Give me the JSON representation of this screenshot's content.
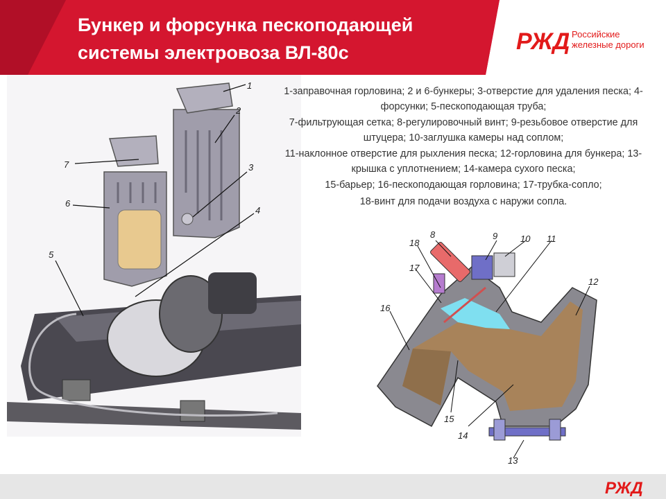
{
  "title": {
    "line1": "Бункер и форсунка пескоподающей",
    "line2": "системы электровоза ВЛ-80с"
  },
  "logo": {
    "line1": "Российские",
    "line2": "железные дороги"
  },
  "legend": [
    "1-заправочная горловина; 2 и 6-бункеры; 3-отверстие для удаления песка; 4-форсунки; 5-пескоподающая труба;",
    "7-фильтрующая сетка; 8-регулировочный винт; 9-резьбовое отверстие для штуцера; 10-заглушка камеры над соплом;",
    "11-наклонное отверстие для рыхления песка; 12-горловина для бункера; 13-крышка с уплотнением; 14-камера сухого песка;",
    "15-барьер; 16-пескоподающая горловина; 17-трубка-сопло;",
    "18-винт для подачи воздуха с наружи сопла."
  ],
  "callouts_left": [
    "1",
    "2",
    "3",
    "4",
    "5",
    "6",
    "7"
  ],
  "callouts_right": [
    "8",
    "9",
    "10",
    "11",
    "12",
    "13",
    "14",
    "15",
    "16",
    "17",
    "18"
  ],
  "colors": {
    "brand_red": "#e21a1a",
    "header_red": "#c8102e",
    "sand": "#a8835a",
    "hopper_gray": "#9d9aa8",
    "air_cyan": "#7fdff0"
  }
}
